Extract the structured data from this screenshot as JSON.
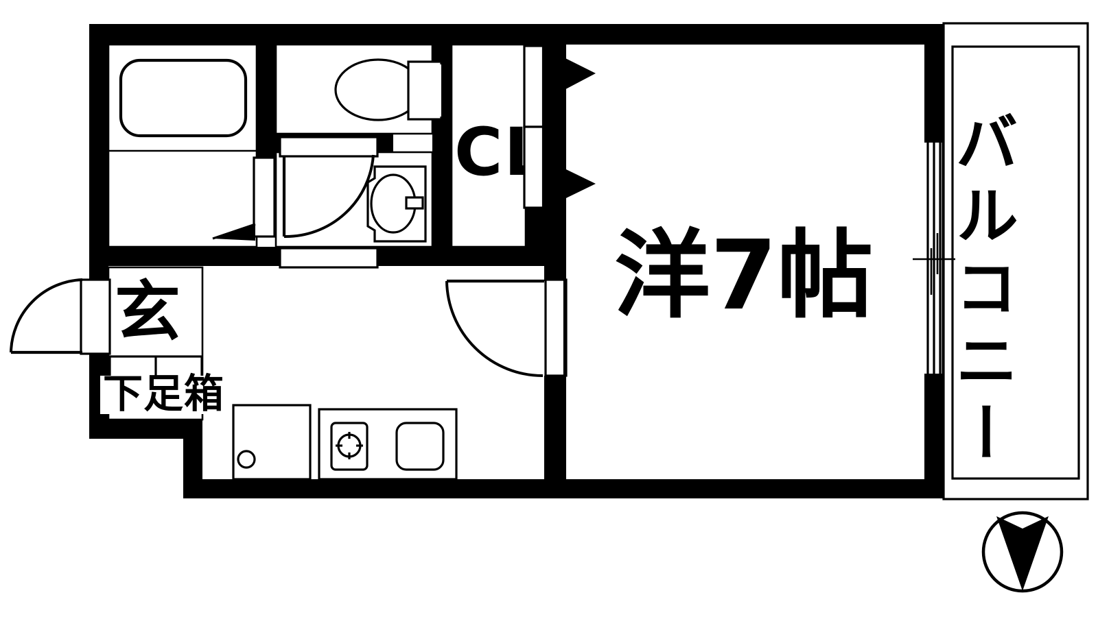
{
  "plan": {
    "type": "apartment-floor-plan",
    "title": "1K apartment floor plan",
    "orientation_marker": "compass-rose-north-arrow"
  },
  "rooms": [
    {
      "key": "main_room",
      "label": "洋7帖",
      "meaning": "Western-style room, 7 tatami mats",
      "size_jo": 7
    },
    {
      "key": "closet",
      "label": "CL",
      "meaning": "Closet"
    },
    {
      "key": "entrance",
      "label": "玄",
      "meaning": "Genkan / entrance"
    },
    {
      "key": "shoe_box",
      "label": "下足箱",
      "meaning": "Shoe cabinet"
    },
    {
      "key": "balcony",
      "label": "バルコニー",
      "meaning": "Balcony"
    }
  ],
  "labels": {
    "main_room": "洋7帖",
    "closet": "CL",
    "entrance": "玄",
    "shoe_box": "下足箱",
    "balcony": "バルコニー"
  },
  "fixtures": [
    {
      "name": "bathtub",
      "room": "bathroom"
    },
    {
      "name": "toilet",
      "room": "toilet-room"
    },
    {
      "name": "washbasin",
      "room": "washroom"
    },
    {
      "name": "kitchen-sink",
      "room": "kitchen"
    },
    {
      "name": "gas-stove",
      "room": "kitchen"
    },
    {
      "name": "refrigerator-space",
      "room": "kitchen"
    },
    {
      "name": "shoe-cabinet",
      "room": "entrance"
    }
  ],
  "doors": [
    {
      "name": "entrance-door",
      "kind": "hinged-swing"
    },
    {
      "name": "main-room-door",
      "kind": "hinged-swing"
    },
    {
      "name": "washroom-door",
      "kind": "hinged-swing"
    },
    {
      "name": "bathroom-door",
      "kind": "folding"
    },
    {
      "name": "closet-door",
      "kind": "sliding-double"
    },
    {
      "name": "balcony-door",
      "kind": "sliding-glass"
    }
  ],
  "colors": {
    "wall": "#000000",
    "background": "#ffffff",
    "line": "#000000"
  }
}
